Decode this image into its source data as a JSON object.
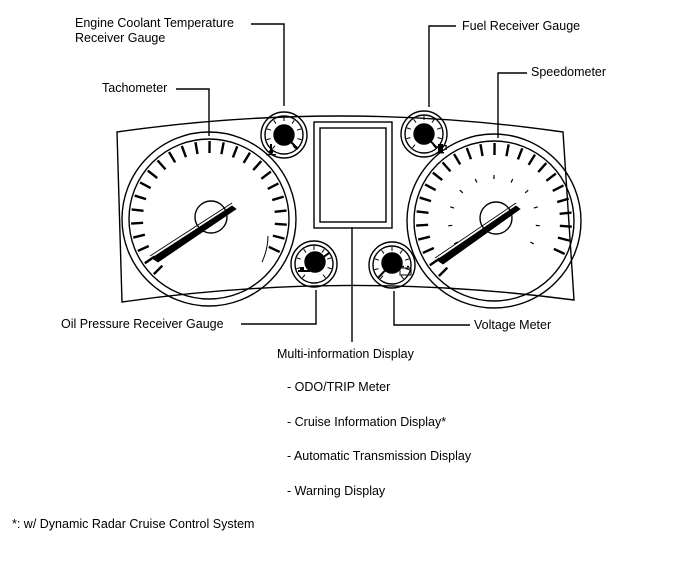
{
  "labels": {
    "coolant_line1": "Engine Coolant Temperature",
    "coolant_line2": "Receiver Gauge",
    "fuel": "Fuel Receiver Gauge",
    "tachometer": "Tachometer",
    "speedometer": "Speedometer",
    "oil": "Oil Pressure Receiver Gauge",
    "voltage": "Voltage Meter",
    "multi_info": "Multi-information Display"
  },
  "multi_info_items": [
    "- ODO/TRIP Meter",
    "- Cruise Information Display*",
    "- Automatic Transmission Display",
    "- Warning Display"
  ],
  "footnote": "*: w/ Dynamic Radar Cruise Control System",
  "icons": {
    "coolant": "thermometer-icon",
    "fuel": "fuel-pump-icon",
    "oil": "oil-can-icon",
    "voltage": "battery-icon"
  }
}
